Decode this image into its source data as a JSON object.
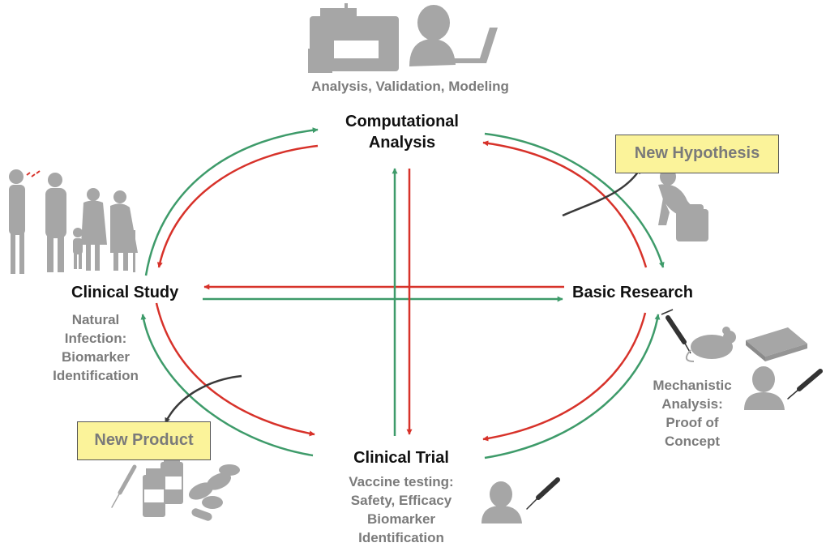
{
  "colors": {
    "green": "#3e9b6a",
    "red": "#d7322a",
    "dark_arrow": "#3a3a3a",
    "callout_fill": "#fbf39a",
    "icon_gray": "#a6a6a6"
  },
  "nodes": {
    "computational": "Computational\nAnalysis",
    "computational_sub": "Analysis, Validation, Modeling",
    "basic": "Basic Research",
    "basic_sub": "Mechanistic\nAnalysis:\nProof of\nConcept",
    "clinical_study": "Clinical Study",
    "clinical_study_sub": "Natural\nInfection:\nBiomarker\nIdentification",
    "clinical_trial": "Clinical Trial",
    "clinical_trial_sub": "Vaccine testing:\nSafety, Efficacy\nBiomarker\nIdentification"
  },
  "callouts": {
    "new_hypothesis": "New Hypothesis",
    "new_product": "New Product"
  },
  "icons": [
    "lab-instrument-icon",
    "researcher-at-laptop-icon",
    "family-icon",
    "thinker-statue-icon",
    "syringe-icon",
    "mouse-icon",
    "well-plate-icon",
    "person-icon",
    "vaccine-vials-icon",
    "pills-icon"
  ]
}
